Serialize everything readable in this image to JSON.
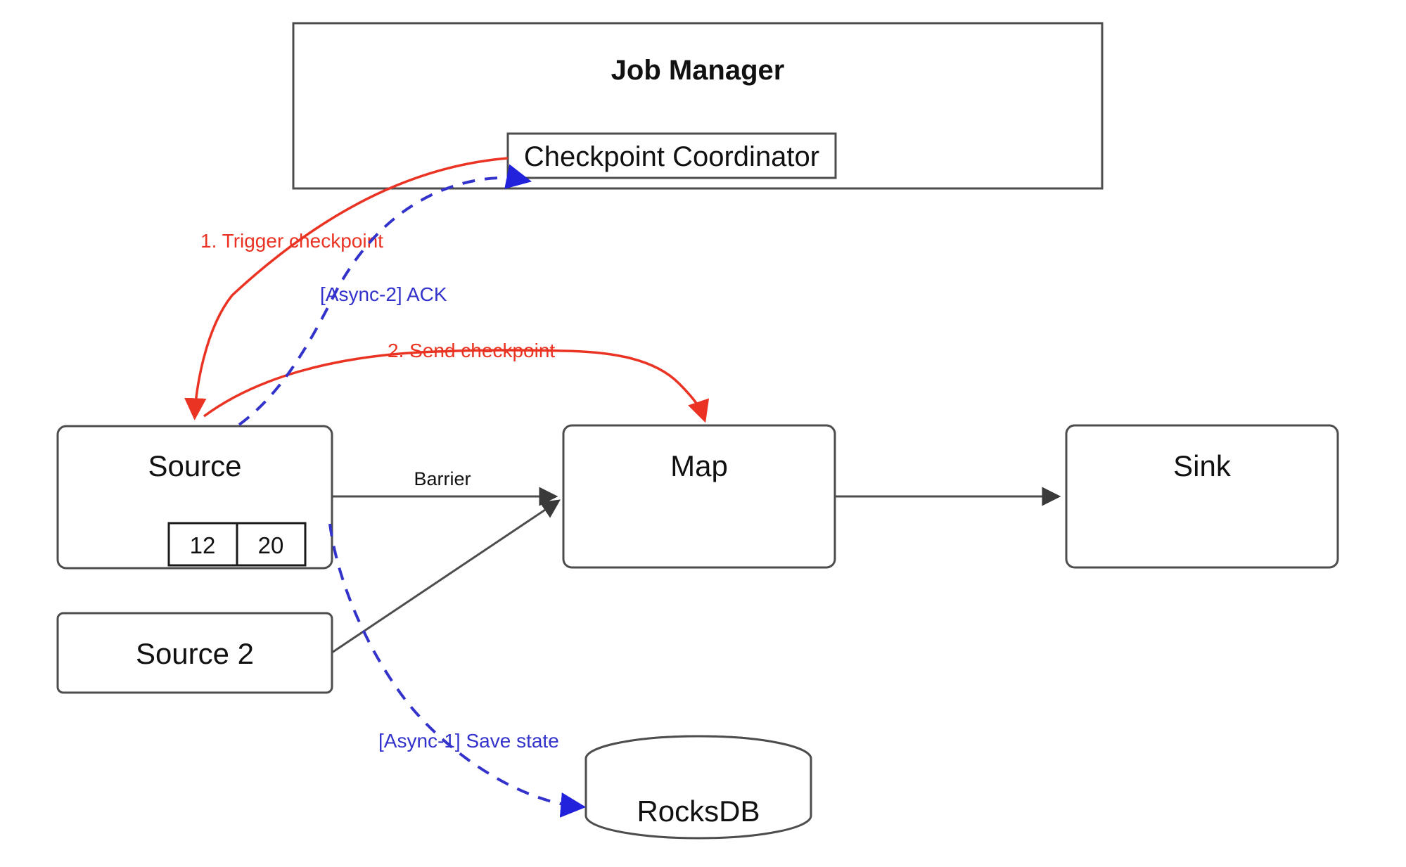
{
  "diagram": {
    "title": "Flink checkpointing flow",
    "colors": {
      "trigger_red": "#ea3323",
      "async_blue": "#3333cc",
      "box_stroke": "#4d4d4d",
      "background": "#ffffff"
    },
    "nodes": {
      "job_manager": {
        "label": "Job Manager"
      },
      "checkpoint_coordinator": {
        "label": "Checkpoint Coordinator"
      },
      "source": {
        "label": "Source"
      },
      "source2": {
        "label": "Source 2"
      },
      "map": {
        "label": "Map"
      },
      "sink": {
        "label": "Sink"
      },
      "rocksdb": {
        "label": "RocksDB"
      }
    },
    "source_buffer": {
      "cells": [
        {
          "value": "12"
        },
        {
          "value": "20"
        }
      ]
    },
    "edges": {
      "trigger_checkpoint": {
        "label": "1. Trigger checkpoint",
        "color": "#ea3323",
        "style": "solid"
      },
      "send_checkpoint": {
        "label": "2. Send checkpoint",
        "color": "#ea3323",
        "style": "solid"
      },
      "async_ack": {
        "label": "[Async-2] ACK",
        "color": "#3333cc",
        "style": "dashed"
      },
      "async_save_state": {
        "label": "[Async-1] Save state",
        "color": "#3333cc",
        "style": "dashed"
      },
      "barrier": {
        "label": "Barrier",
        "color": "#4d4d4d",
        "style": "solid"
      }
    }
  }
}
